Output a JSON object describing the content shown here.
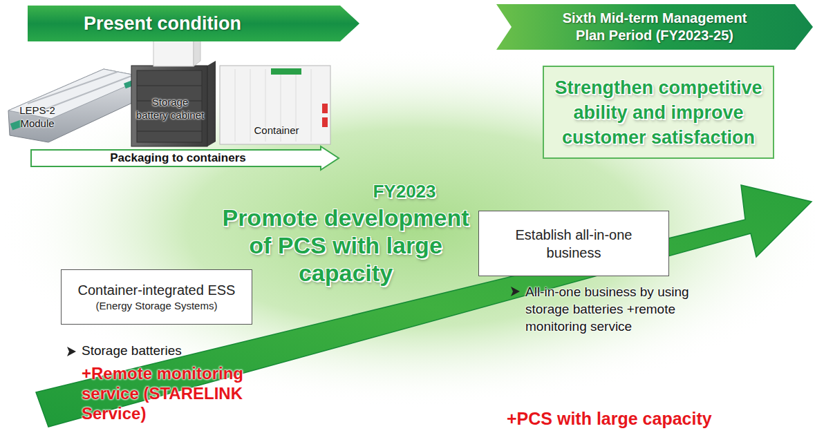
{
  "diagram": {
    "nodes": [
      {
        "text": [
          "Present condition"
        ]
      },
      {
        "text": [
          "Sixth Mid-term Management Plan Period (FY2023-25)"
        ]
      },
      {
        "text": [
          "Strengthen competitive ability and improve customer satisfaction"
        ]
      },
      {
        "text": [
          "Packaging to containers"
        ]
      },
      {
        "text": [
          "Container-integrated ESS",
          "(Energy Storage Systems)"
        ]
      },
      {
        "text": [
          "Establish all-in-one business"
        ]
      }
    ],
    "labels": [
      "LEPS-2 Module",
      "Storage battery cabinet",
      "Container",
      "FY2023",
      "Promote development of PCS with large capacity",
      "Storage batteries",
      "+Remote monitoring service (STARELINK Service)",
      "All-in-one business by using storage batteries +remote monitoring service",
      "+PCS with large capacity"
    ]
  }
}
